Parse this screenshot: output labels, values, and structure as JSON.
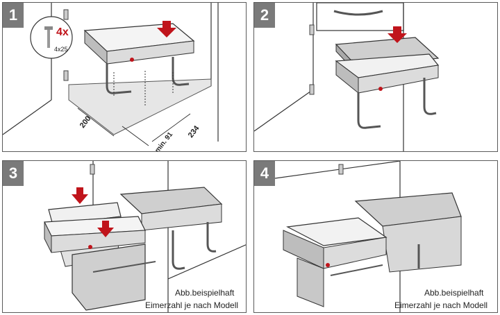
{
  "steps": [
    {
      "number": "1"
    },
    {
      "number": "2"
    },
    {
      "number": "3"
    },
    {
      "number": "4"
    }
  ],
  "screw": {
    "quantity": "4x",
    "size": "4x25"
  },
  "dimensions": {
    "depth": "200",
    "offset": "min. 91",
    "width": "234"
  },
  "captions": {
    "example_note": "Abb.beispielhaft",
    "bucket_note": "Eimerzahl je nach Modell"
  },
  "colors": {
    "arrow": "#c0141b",
    "line": "#333333",
    "floor": "#e6e6e6",
    "bin": "#cfcfcf",
    "badge": "#7a7a7a"
  }
}
